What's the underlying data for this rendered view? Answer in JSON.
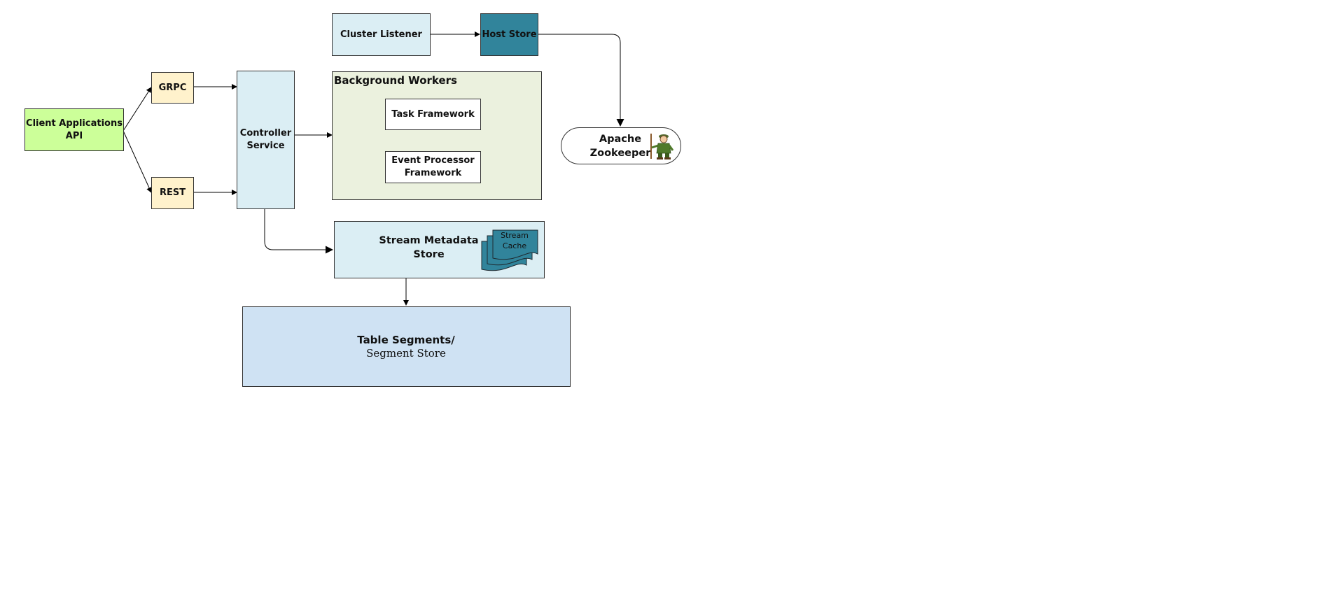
{
  "diagram": {
    "nodes": {
      "client_api": "Client Applications\nAPI",
      "grpc": "GRPC",
      "rest": "REST",
      "controller": "Controller\nService",
      "cluster_listener": "Cluster Listener",
      "host_store": "Host Store",
      "background_workers": "Background Workers",
      "task_framework": "Task Framework",
      "event_processor": "Event Processor\nFramework",
      "zookeeper": "Apache\nZookeeper",
      "stream_metadata": "Stream Metadata\nStore",
      "stream_cache": "Stream\nCache",
      "table_segments": "Table Segments/",
      "segment_store": "Segment Store"
    },
    "icons": {
      "zookeeper": "zookeeper-keeper-icon",
      "stream_cache": "stacked-documents-icon"
    },
    "colors": {
      "client": "#ccff99",
      "protocol": "#fff2cc",
      "service": "#dbeef4",
      "host_store": "#31849b",
      "background": "#ebf1de",
      "segment": "#cfe2f3"
    }
  }
}
